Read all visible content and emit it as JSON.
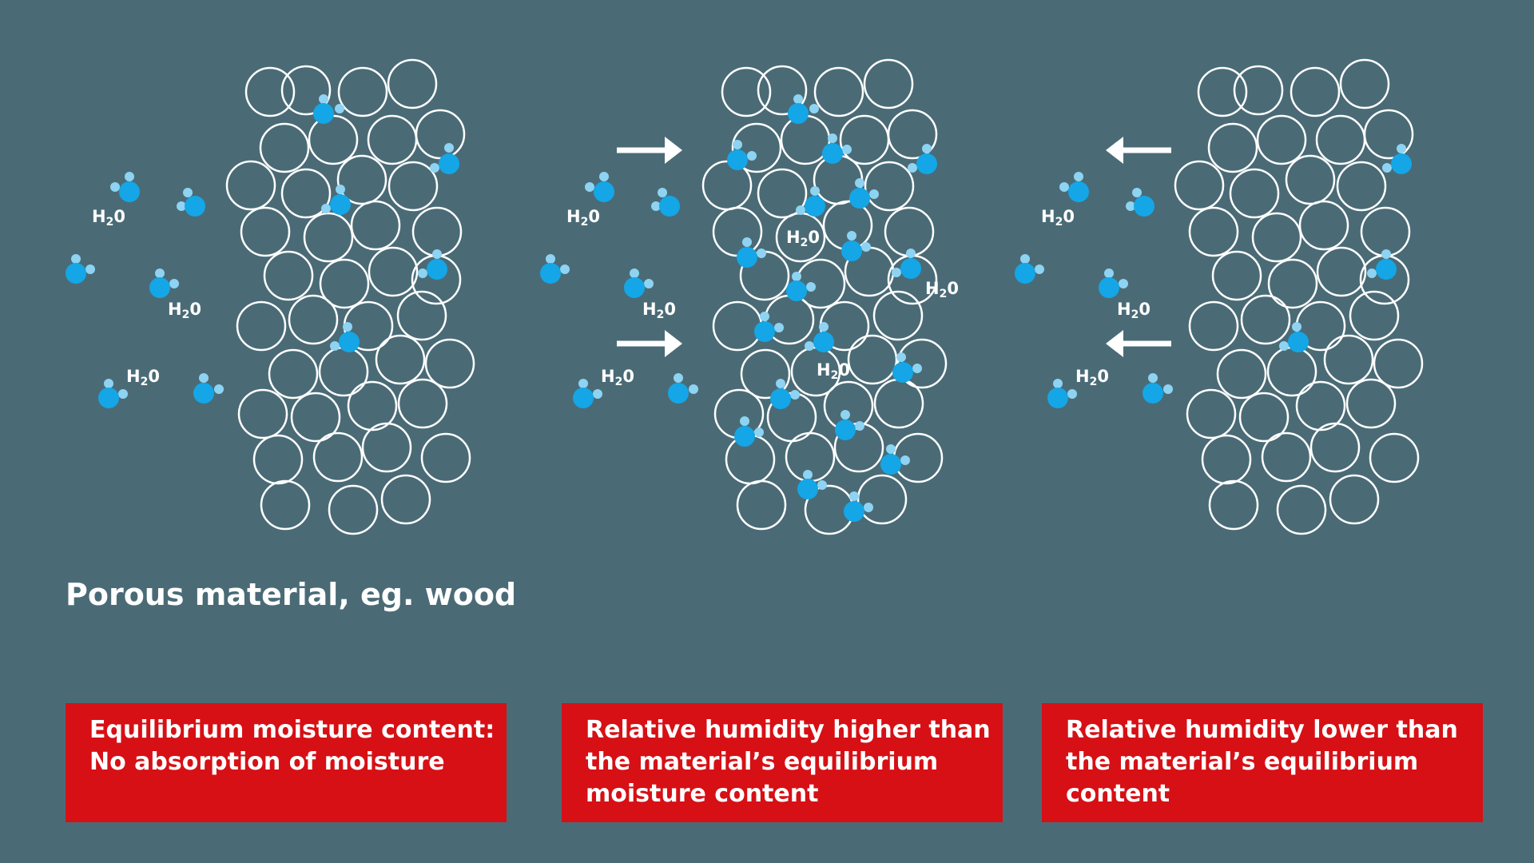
{
  "heading": "Porous material, eg. wood",
  "molecule_label": {
    "main": "H",
    "sub": "2",
    "end": "0"
  },
  "colors": {
    "background": "#4a6b76",
    "pore_outline": "#ffffff",
    "molecule_oxygen": "#14a6e6",
    "molecule_hydrogen": "#8ed3f2",
    "caption_box": "#d61015",
    "text": "#ffffff",
    "arrow": "#ffffff"
  },
  "panels": [
    {
      "id": "equilibrium",
      "flow": "none",
      "caption_lines": [
        "Equilibrium moisture content:",
        "No absorption of moisture"
      ]
    },
    {
      "id": "absorption",
      "flow": "into-material",
      "caption_lines": [
        "Relative humidity higher than",
        "the material’s equilibrium",
        "moisture content"
      ]
    },
    {
      "id": "desorption",
      "flow": "out-of-material",
      "caption_lines": [
        "Relative humidity lower than",
        "the material’s equilibrium",
        "content"
      ]
    }
  ]
}
